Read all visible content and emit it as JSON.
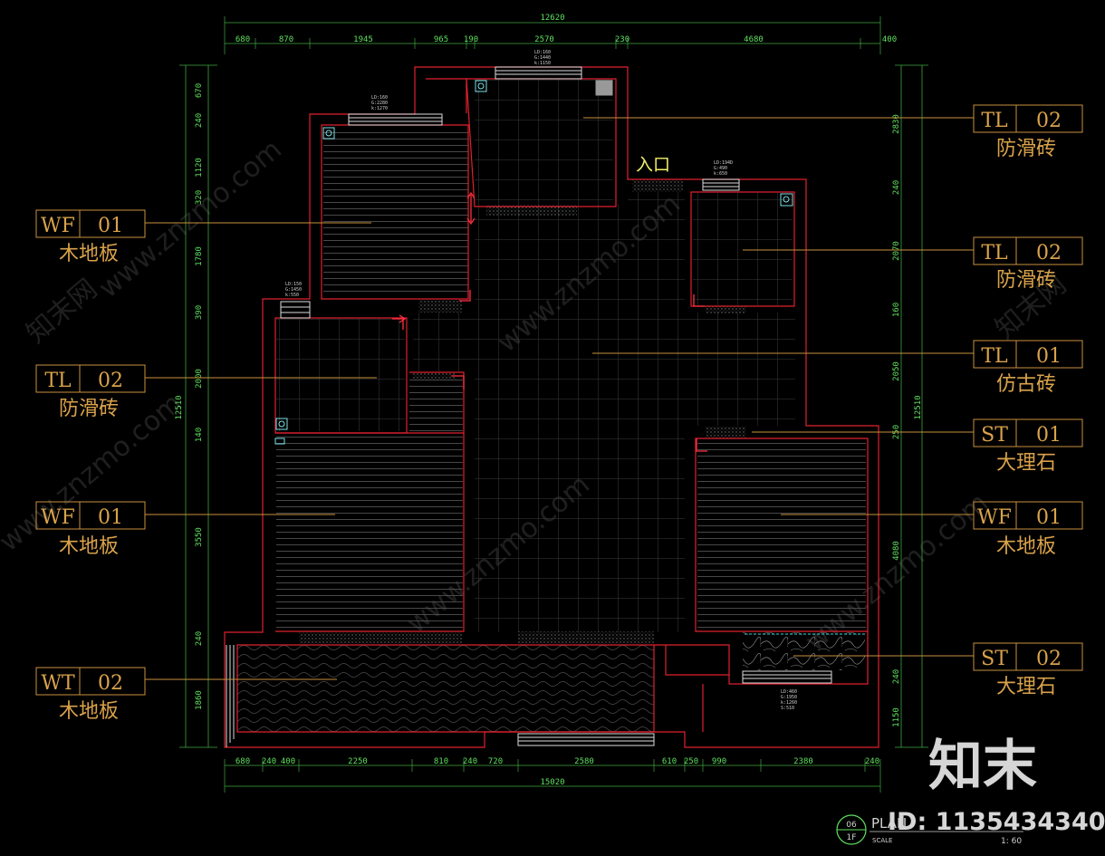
{
  "drawing": {
    "entry_label": "入口",
    "scale_ratio": "1: 60",
    "scale_word": "SCALE",
    "plan_word": "PLAN",
    "sheet_no": "06",
    "floor": "1F"
  },
  "dimensions": {
    "top_total": "12620",
    "top_segments": [
      "680",
      "870",
      "1945",
      "965",
      "190",
      "2570",
      "230",
      "4680",
      "400"
    ],
    "bottom_total": "15020",
    "bottom_segments": [
      "680",
      "240",
      "400",
      "2250",
      "810",
      "240",
      "720",
      "2580",
      "610",
      "250",
      "990",
      "2380",
      "240"
    ],
    "left_total": "12510",
    "left_segments": [
      "670",
      "240",
      "1120",
      "320",
      "1780",
      "390",
      "2000",
      "140",
      "3550",
      "240",
      "1860"
    ],
    "right_total": "12510",
    "right_segments": [
      "2830",
      "240",
      "2070",
      "160",
      "2050",
      "250",
      "4080",
      "240",
      "1150"
    ]
  },
  "legends": [
    {
      "code": "TL",
      "num": "02",
      "name": "防滑砖"
    },
    {
      "code": "WF",
      "num": "01",
      "name": "木地板"
    },
    {
      "code": "TL",
      "num": "02",
      "name": "防滑砖"
    },
    {
      "code": "TL",
      "num": "01",
      "name": "仿古砖"
    },
    {
      "code": "TL",
      "num": "02",
      "name": "防滑砖"
    },
    {
      "code": "ST",
      "num": "01",
      "name": "大理石"
    },
    {
      "code": "WF",
      "num": "01",
      "name": "木地板"
    },
    {
      "code": "WF",
      "num": "01",
      "name": "木地板"
    },
    {
      "code": "WT",
      "num": "02",
      "name": "木地板"
    },
    {
      "code": "ST",
      "num": "02",
      "name": "大理石"
    }
  ],
  "watermarks": {
    "site": "www.znzmo.com",
    "brand_cn": "知末",
    "brand_net": "知末网",
    "id_text": "ID: 1135434340"
  },
  "colors": {
    "wall": "#e0202f",
    "dimension": "#5fe05f",
    "leader": "#d9a24a",
    "grid": "#3c3c3c",
    "hatch": "#6a6a6a",
    "entry": "#f2f06a"
  },
  "window_notes": {
    "w1": [
      "LD:160",
      "G:1440",
      "k:1150"
    ],
    "w2": [
      "LD:160",
      "G:2280",
      "k:1270"
    ],
    "w3": [
      "LD:194D",
      "G:490",
      "k:650"
    ],
    "w4": [
      "LD:150",
      "G:1450",
      "k:550"
    ],
    "w5": [
      "LD:460",
      "G:1950",
      "k:1260",
      "S:510"
    ]
  }
}
